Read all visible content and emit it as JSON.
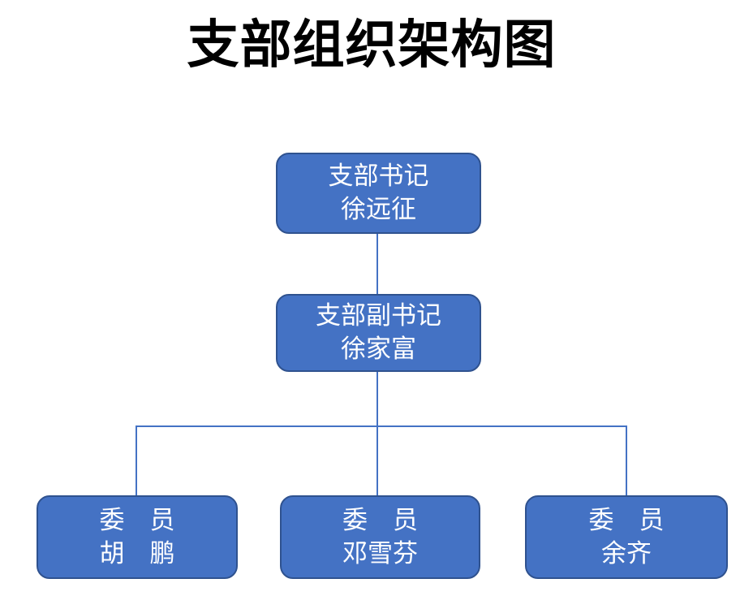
{
  "title": "支部组织架构图",
  "colors": {
    "node_fill": "#4472C4",
    "node_border": "#2F528F",
    "connector": "#4472C4",
    "node_text": "#FFFFFF",
    "title_text": "#000000",
    "background": "#FFFFFF"
  },
  "org_chart": {
    "secretary": {
      "role": "支部书记",
      "name": "徐远征"
    },
    "deputy": {
      "role": "支部副书记",
      "name": "徐家富"
    },
    "members": [
      {
        "role": "委　员",
        "name": "胡　鹏"
      },
      {
        "role": "委　员",
        "name": "邓雪芬"
      },
      {
        "role": "委　员",
        "name": "余齐"
      }
    ]
  }
}
